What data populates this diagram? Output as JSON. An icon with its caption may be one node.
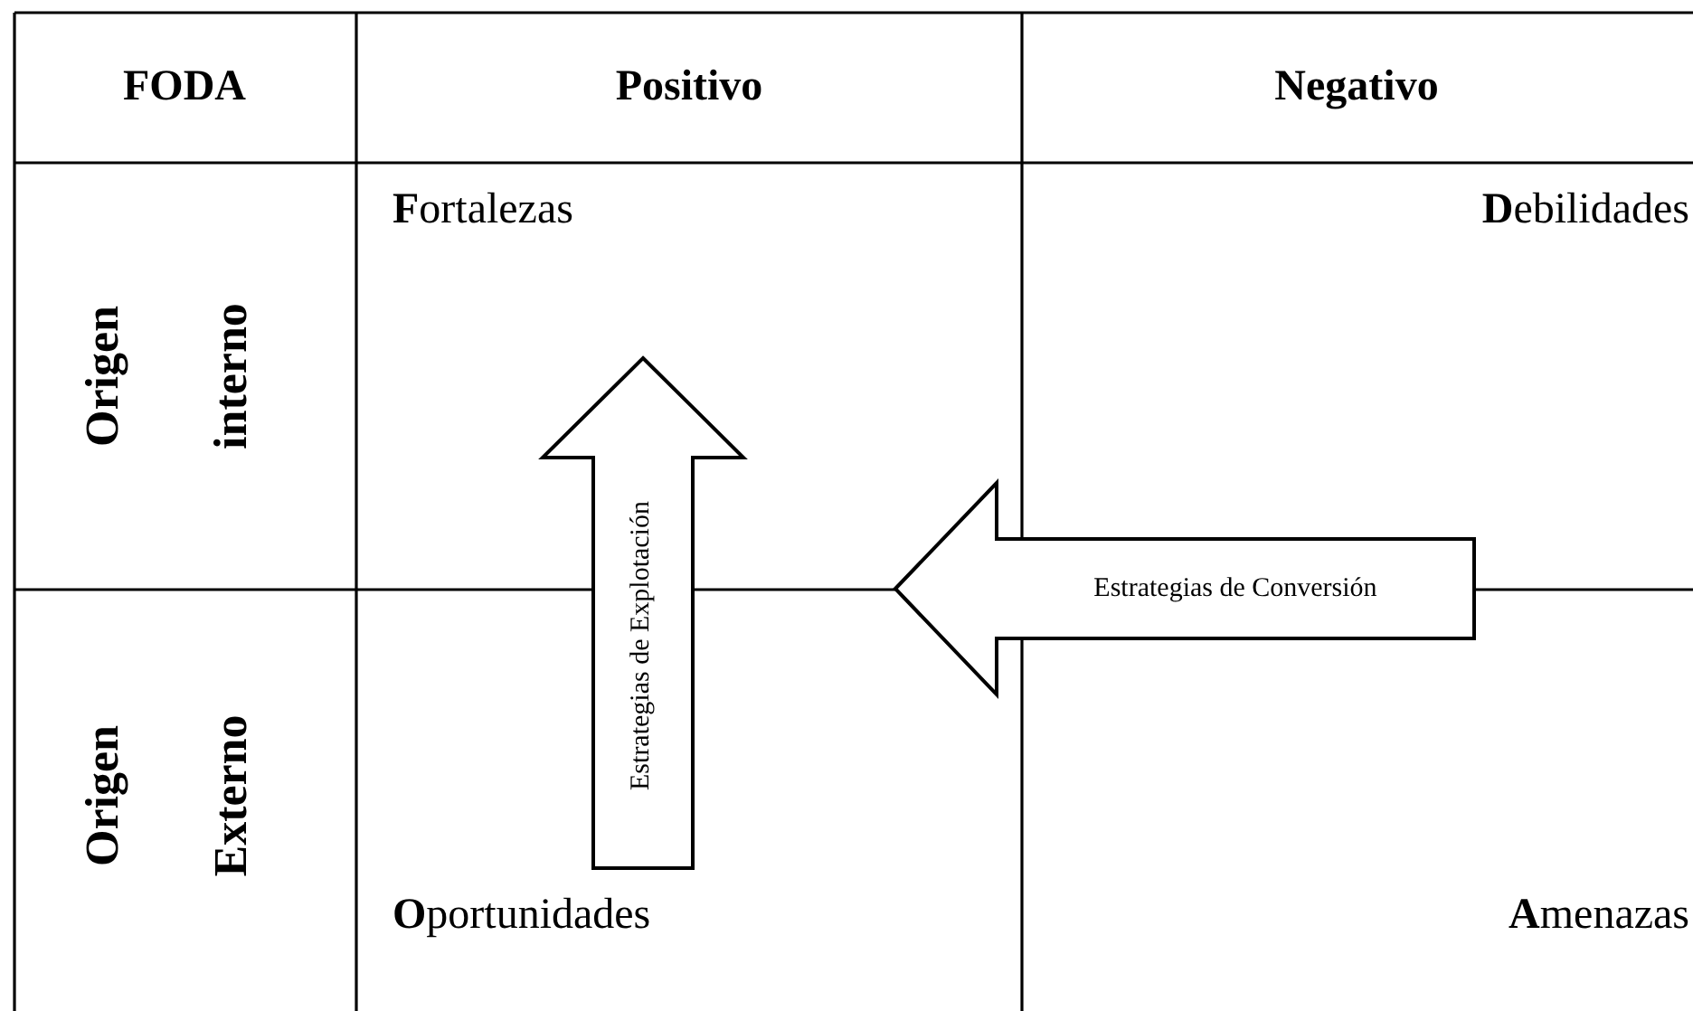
{
  "diagram": {
    "nodes": [
      {
        "text": [
          "Estrategias de Explotación"
        ]
      },
      {
        "text": [
          "Estrategias de Conversión"
        ]
      }
    ],
    "labels": [
      "FODA",
      "Positivo",
      "Negativo",
      "Origen",
      "interno",
      "**F**ortalezas",
      "**D**ebilidades",
      "Origen",
      "Externo",
      "**O**portunidades",
      "**A**menazas"
    ]
  }
}
